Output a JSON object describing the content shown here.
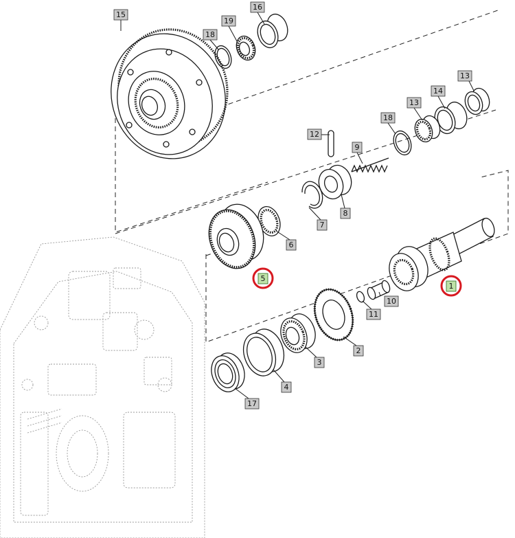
{
  "callouts": [
    {
      "id": "c15",
      "text": "15",
      "highlight": false
    },
    {
      "id": "c19",
      "text": "19",
      "highlight": false
    },
    {
      "id": "c16",
      "text": "16",
      "highlight": false
    },
    {
      "id": "c18a",
      "text": "18",
      "highlight": false
    },
    {
      "id": "c13a",
      "text": "13",
      "highlight": false
    },
    {
      "id": "c14",
      "text": "14",
      "highlight": false
    },
    {
      "id": "c13b",
      "text": "13",
      "highlight": false
    },
    {
      "id": "c18b",
      "text": "18",
      "highlight": false
    },
    {
      "id": "c12",
      "text": "12",
      "highlight": false
    },
    {
      "id": "c9",
      "text": "9",
      "highlight": false
    },
    {
      "id": "c8",
      "text": "8",
      "highlight": false
    },
    {
      "id": "c7",
      "text": "7",
      "highlight": false
    },
    {
      "id": "c6",
      "text": "6",
      "highlight": false
    },
    {
      "id": "c5",
      "text": "5",
      "highlight": true
    },
    {
      "id": "c1",
      "text": "1",
      "highlight": true
    },
    {
      "id": "c10",
      "text": "10",
      "highlight": false
    },
    {
      "id": "c11",
      "text": "11",
      "highlight": false
    },
    {
      "id": "c2",
      "text": "2",
      "highlight": false
    },
    {
      "id": "c3",
      "text": "3",
      "highlight": false
    },
    {
      "id": "c4",
      "text": "4",
      "highlight": false
    },
    {
      "id": "c17",
      "text": "17",
      "highlight": false
    }
  ],
  "colors": {
    "highlight_ring": "#d71920",
    "highlight_fill": "#bfe3a8",
    "callout_fill": "#c9c9c9",
    "line": "#1a1a1a"
  }
}
